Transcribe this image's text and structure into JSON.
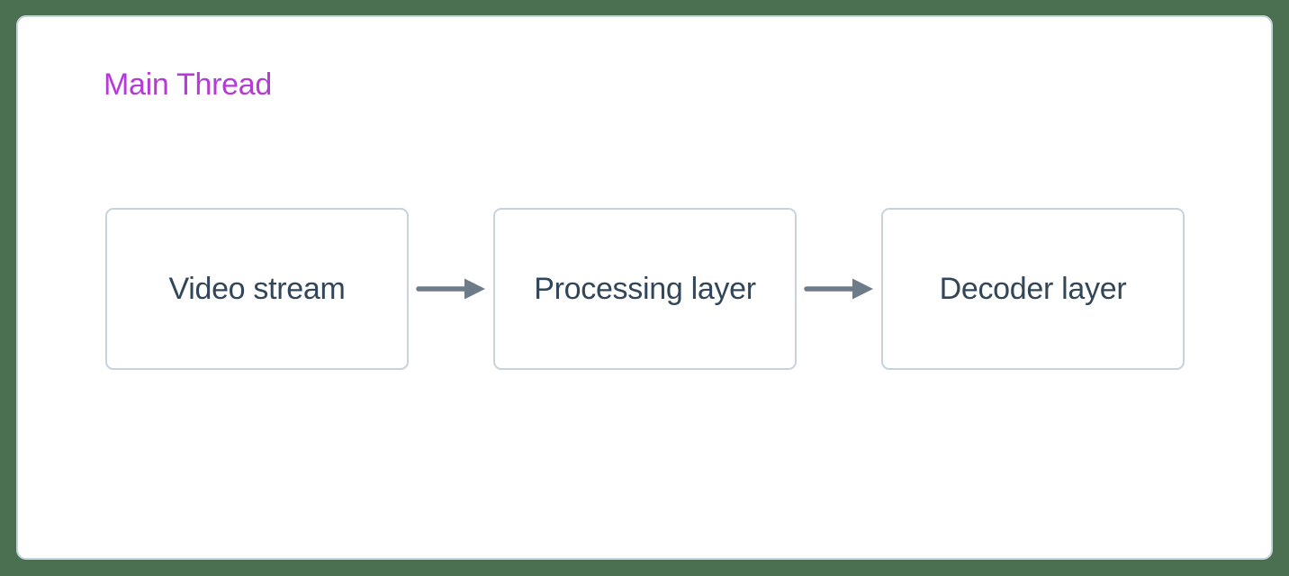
{
  "diagram": {
    "title": "Main Thread",
    "nodes": [
      {
        "id": "video-stream",
        "label": "Video stream"
      },
      {
        "id": "processing-layer",
        "label": "Processing layer"
      },
      {
        "id": "decoder-layer",
        "label": "Decoder layer"
      }
    ],
    "connections": [
      {
        "from": "video-stream",
        "to": "processing-layer",
        "icon": "right-arrow-icon"
      },
      {
        "from": "processing-layer",
        "to": "decoder-layer",
        "icon": "right-arrow-icon"
      }
    ],
    "colors": {
      "canvas_background": "#4a7051",
      "card_background": "#ffffff",
      "card_border": "#c6d2dc",
      "node_background": "#ffffff",
      "node_border": "#c6d2dc",
      "node_text": "#32465a",
      "arrow": "#6d7c88",
      "title": "#b33bd6"
    }
  }
}
